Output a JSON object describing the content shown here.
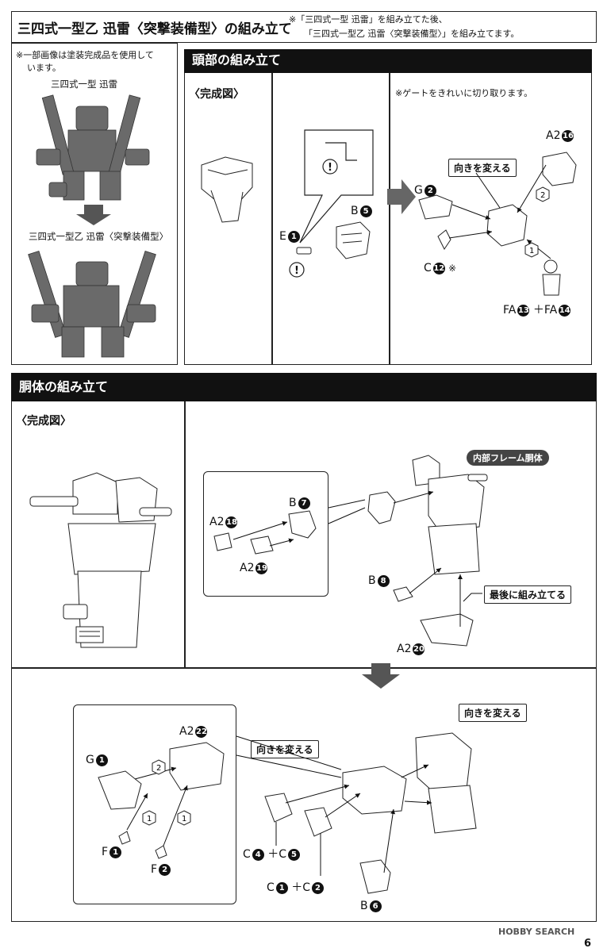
{
  "header": {
    "title": "三四式一型乙 迅雷〈突撃装備型〉の組み立て",
    "note_line1": "※「三四式一型 迅雷」を組み立てた後、",
    "note_line2": "「三四式一型乙 迅雷〈突撃装備型〉」を組み立てます。"
  },
  "reference": {
    "note_line1": "※一部画像は塗装完成品を使用して",
    "note_line2": "います。",
    "model_before": "三四式一型 迅雷",
    "model_after": "三四式一型乙 迅雷〈突撃装備型〉"
  },
  "head_section": {
    "title": "頭部の組み立て",
    "completed_label": "〈完成図〉",
    "gate_note": "※ゲートをきれいに切り取ります。",
    "change_direction": "向きを変える",
    "parts": {
      "a2": "A2",
      "a2_num": "16",
      "g": "G",
      "g_num": "2",
      "b": "B",
      "b_num": "5",
      "e": "E",
      "e_num": "1",
      "c": "C",
      "c_num": "12",
      "c_mark": "※",
      "fa1": "FA",
      "fa1_num": "13",
      "plus": "＋",
      "fa2": "FA",
      "fa2_num": "14"
    },
    "step1": "1",
    "step2": "2"
  },
  "body_section": {
    "title": "胴体の組み立て",
    "completed_label": "〈完成図〉",
    "frame_tag": "内部フレーム胴体",
    "last_assemble": "最後に組み立てる",
    "parts": {
      "b7": "B",
      "b7_num": "7",
      "a2_18": "A2",
      "a2_18_num": "18",
      "a2_19": "A2",
      "a2_19_num": "19",
      "b8": "B",
      "b8_num": "8",
      "a2_20": "A2",
      "a2_20_num": "20"
    }
  },
  "body_step2": {
    "change_direction_1": "向きを変える",
    "change_direction_2": "向きを変える",
    "parts": {
      "a2_22": "A2",
      "a2_22_num": "22",
      "g1": "G",
      "g1_num": "1",
      "f1": "F",
      "f1_num": "1",
      "f2": "F",
      "f2_num": "2",
      "c4": "C",
      "c4_num": "4",
      "c5": "C",
      "c5_num": "5",
      "c1": "C",
      "c1_num": "1",
      "c2": "C",
      "c2_num": "2",
      "b6": "B",
      "b6_num": "6",
      "plus": "＋"
    },
    "step1": "1",
    "step2": "2"
  },
  "footer": {
    "watermark": "HOBBY SEARCH",
    "page_number": "6"
  }
}
